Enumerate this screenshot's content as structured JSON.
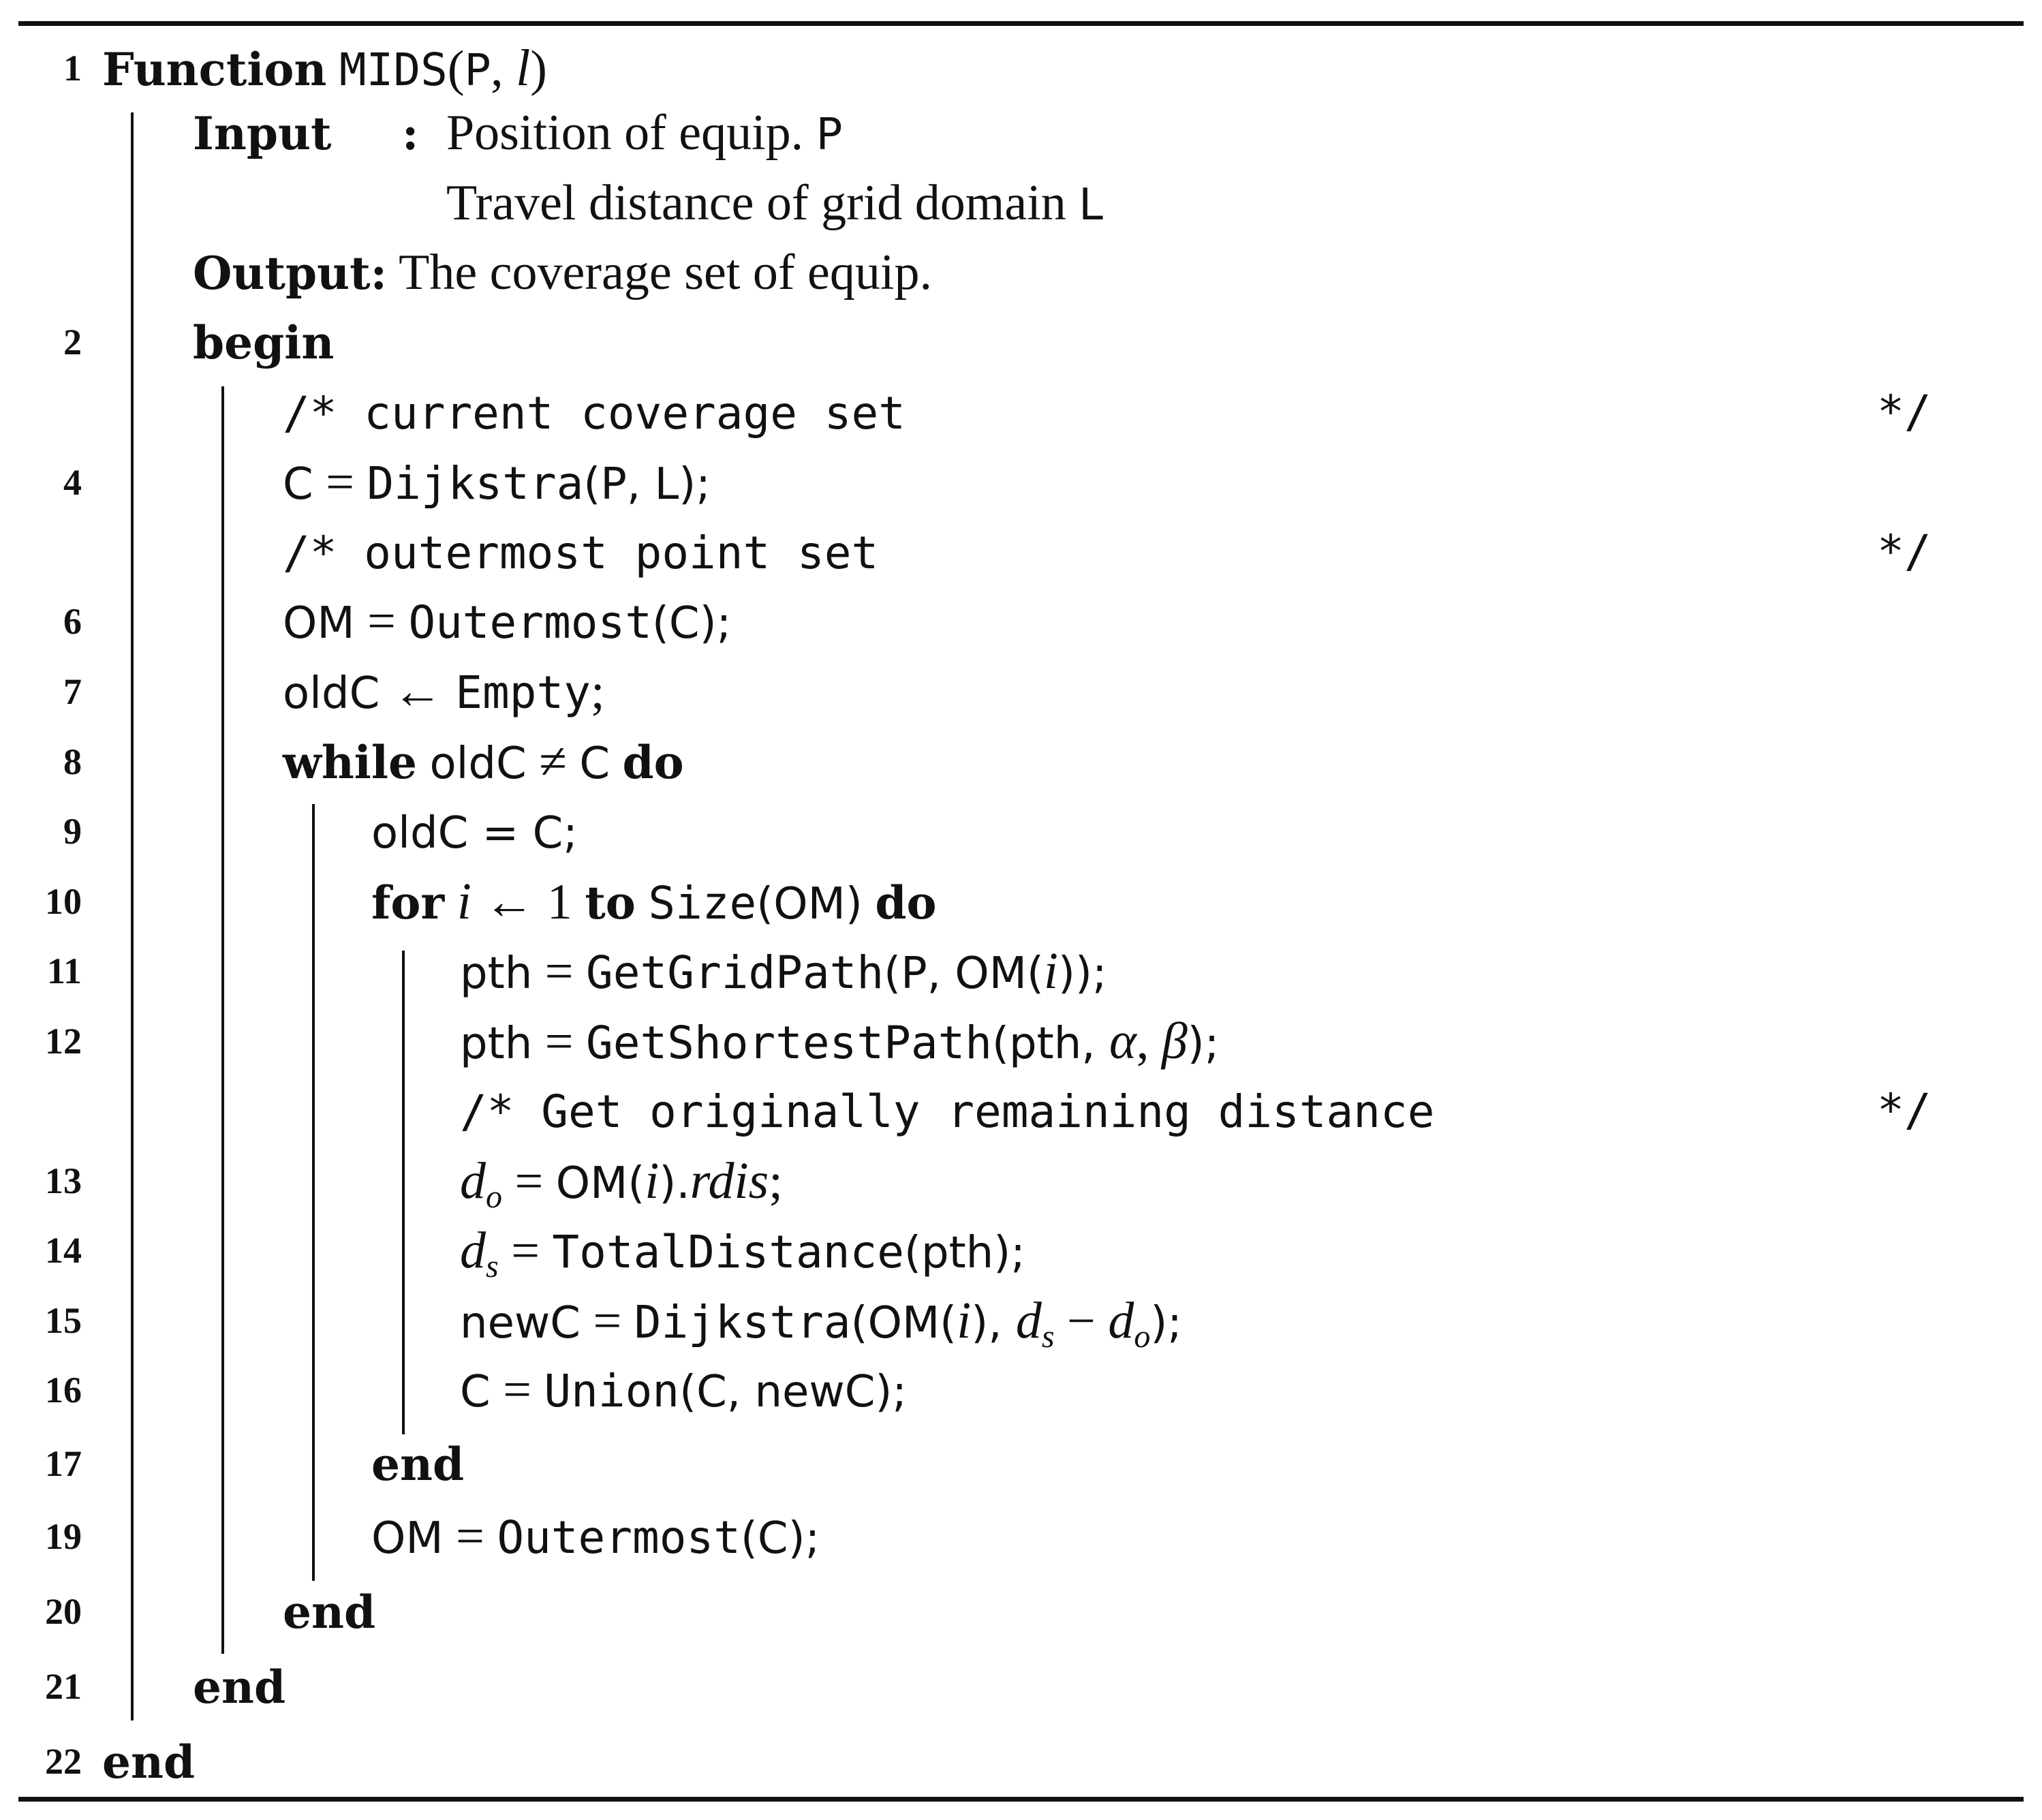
{
  "algorithm": {
    "line_numbers": {
      "l1": "1",
      "l2": "2",
      "l4": "4",
      "l6": "6",
      "l7": "7",
      "l8": "8",
      "l9": "9",
      "l10": "10",
      "l11": "11",
      "l12": "12",
      "l13": "13",
      "l14": "14",
      "l15": "15",
      "l16": "16",
      "l17": "17",
      "l19": "19",
      "l20": "20",
      "l21": "21",
      "l22": "22"
    },
    "header": {
      "keyword": "Function",
      "name": "MIDS",
      "open": "(",
      "arg_p": "P",
      "comma": ", ",
      "arg_l": "l",
      "close": ")"
    },
    "input": {
      "label": "Input",
      "colon": ":",
      "line1_text": "Position of equip. ",
      "line1_var": "P",
      "line2_text": "Travel distance of grid domain ",
      "line2_var": "L"
    },
    "output": {
      "label": "Output:",
      "text": "The coverage set of equip."
    },
    "keywords": {
      "begin": "begin",
      "while": "while",
      "do": "do",
      "for": "for",
      "to": "to",
      "end": "end"
    },
    "comments": {
      "open": "/*",
      "close": "*/",
      "c3": "current coverage set",
      "c5": "outermost point set",
      "c12b": "Get originally remaining distance"
    },
    "l4": {
      "lhs": "C",
      "eq": " = ",
      "fn": "Dijkstra",
      "args": "(P, L);"
    },
    "l6": {
      "lhs": "OM",
      "eq": " = ",
      "fn": "Outermost",
      "args": "(C);"
    },
    "l7": {
      "lhs": "oldC",
      "arrow": " ← ",
      "fn": "Empty",
      "end": ";"
    },
    "l8": {
      "lhs": "oldC",
      "neq": " ≠ ",
      "rhs": "C"
    },
    "l9": {
      "text": "oldC = C;"
    },
    "l10": {
      "var": "i",
      "arrow": " ← ",
      "start": "1",
      "fn": "Size",
      "args": "(OM)"
    },
    "l11": {
      "lhs": "pth",
      "eq": " = ",
      "fn": "GetGridPath",
      "args_a": "(P, OM(",
      "var": "i",
      "args_b": "));"
    },
    "l12": {
      "lhs": "pth",
      "eq": " = ",
      "fn": "GetShortestPath",
      "args_a": "(pth, ",
      "alpha": "α",
      "sep": ", ",
      "beta": "β",
      "args_b": ");"
    },
    "l13": {
      "d": "d",
      "sub": "o",
      "eq": " = ",
      "om": "OM(",
      "var": "i",
      "close": ").",
      "field": "rdis",
      "end": ";"
    },
    "l14": {
      "d": "d",
      "sub": "s",
      "eq": " = ",
      "fn": "TotalDistance",
      "args": "(pth);"
    },
    "l15": {
      "lhs": "newC",
      "eq": " = ",
      "fn": "Dijkstra",
      "args_a": "(OM(",
      "var": "i",
      "args_b": "), ",
      "d1": "d",
      "sub1": "s",
      "minus": " − ",
      "d2": "d",
      "sub2": "o",
      "args_c": ");"
    },
    "l16": {
      "lhs": "C",
      "eq": " = ",
      "fn": "Union",
      "args": "(C, newC);"
    },
    "l19": {
      "lhs": "OM",
      "eq": " = ",
      "fn": "Outermost",
      "args": "(C);"
    }
  }
}
